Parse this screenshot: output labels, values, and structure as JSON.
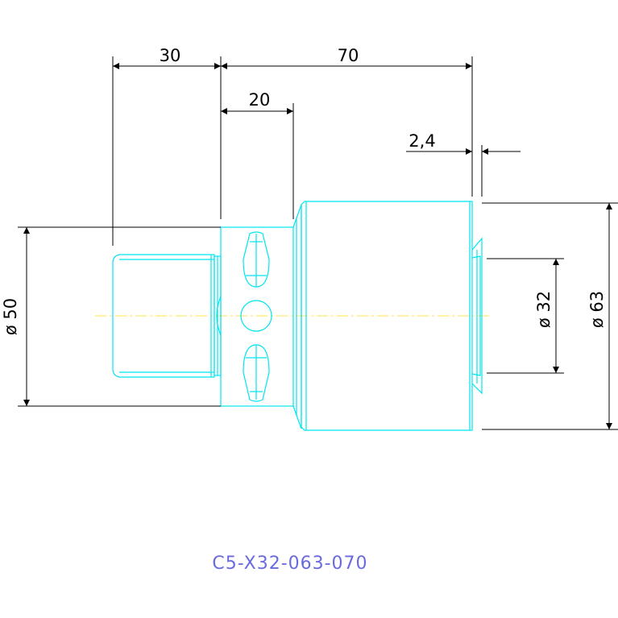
{
  "colors": {
    "part_outline": "#00e5f0",
    "centerline": "#ffe14a",
    "dimension": "#000000",
    "part_label": "#6a6adf"
  },
  "dimensions": {
    "shank_length": "30",
    "overall_length": "70",
    "flange_length": "20",
    "step_length": "2,4",
    "shank_diameter": "ø 50",
    "bore_diameter": "ø 32",
    "body_diameter": "ø 63"
  },
  "part_number": "C5-X32-063-070"
}
